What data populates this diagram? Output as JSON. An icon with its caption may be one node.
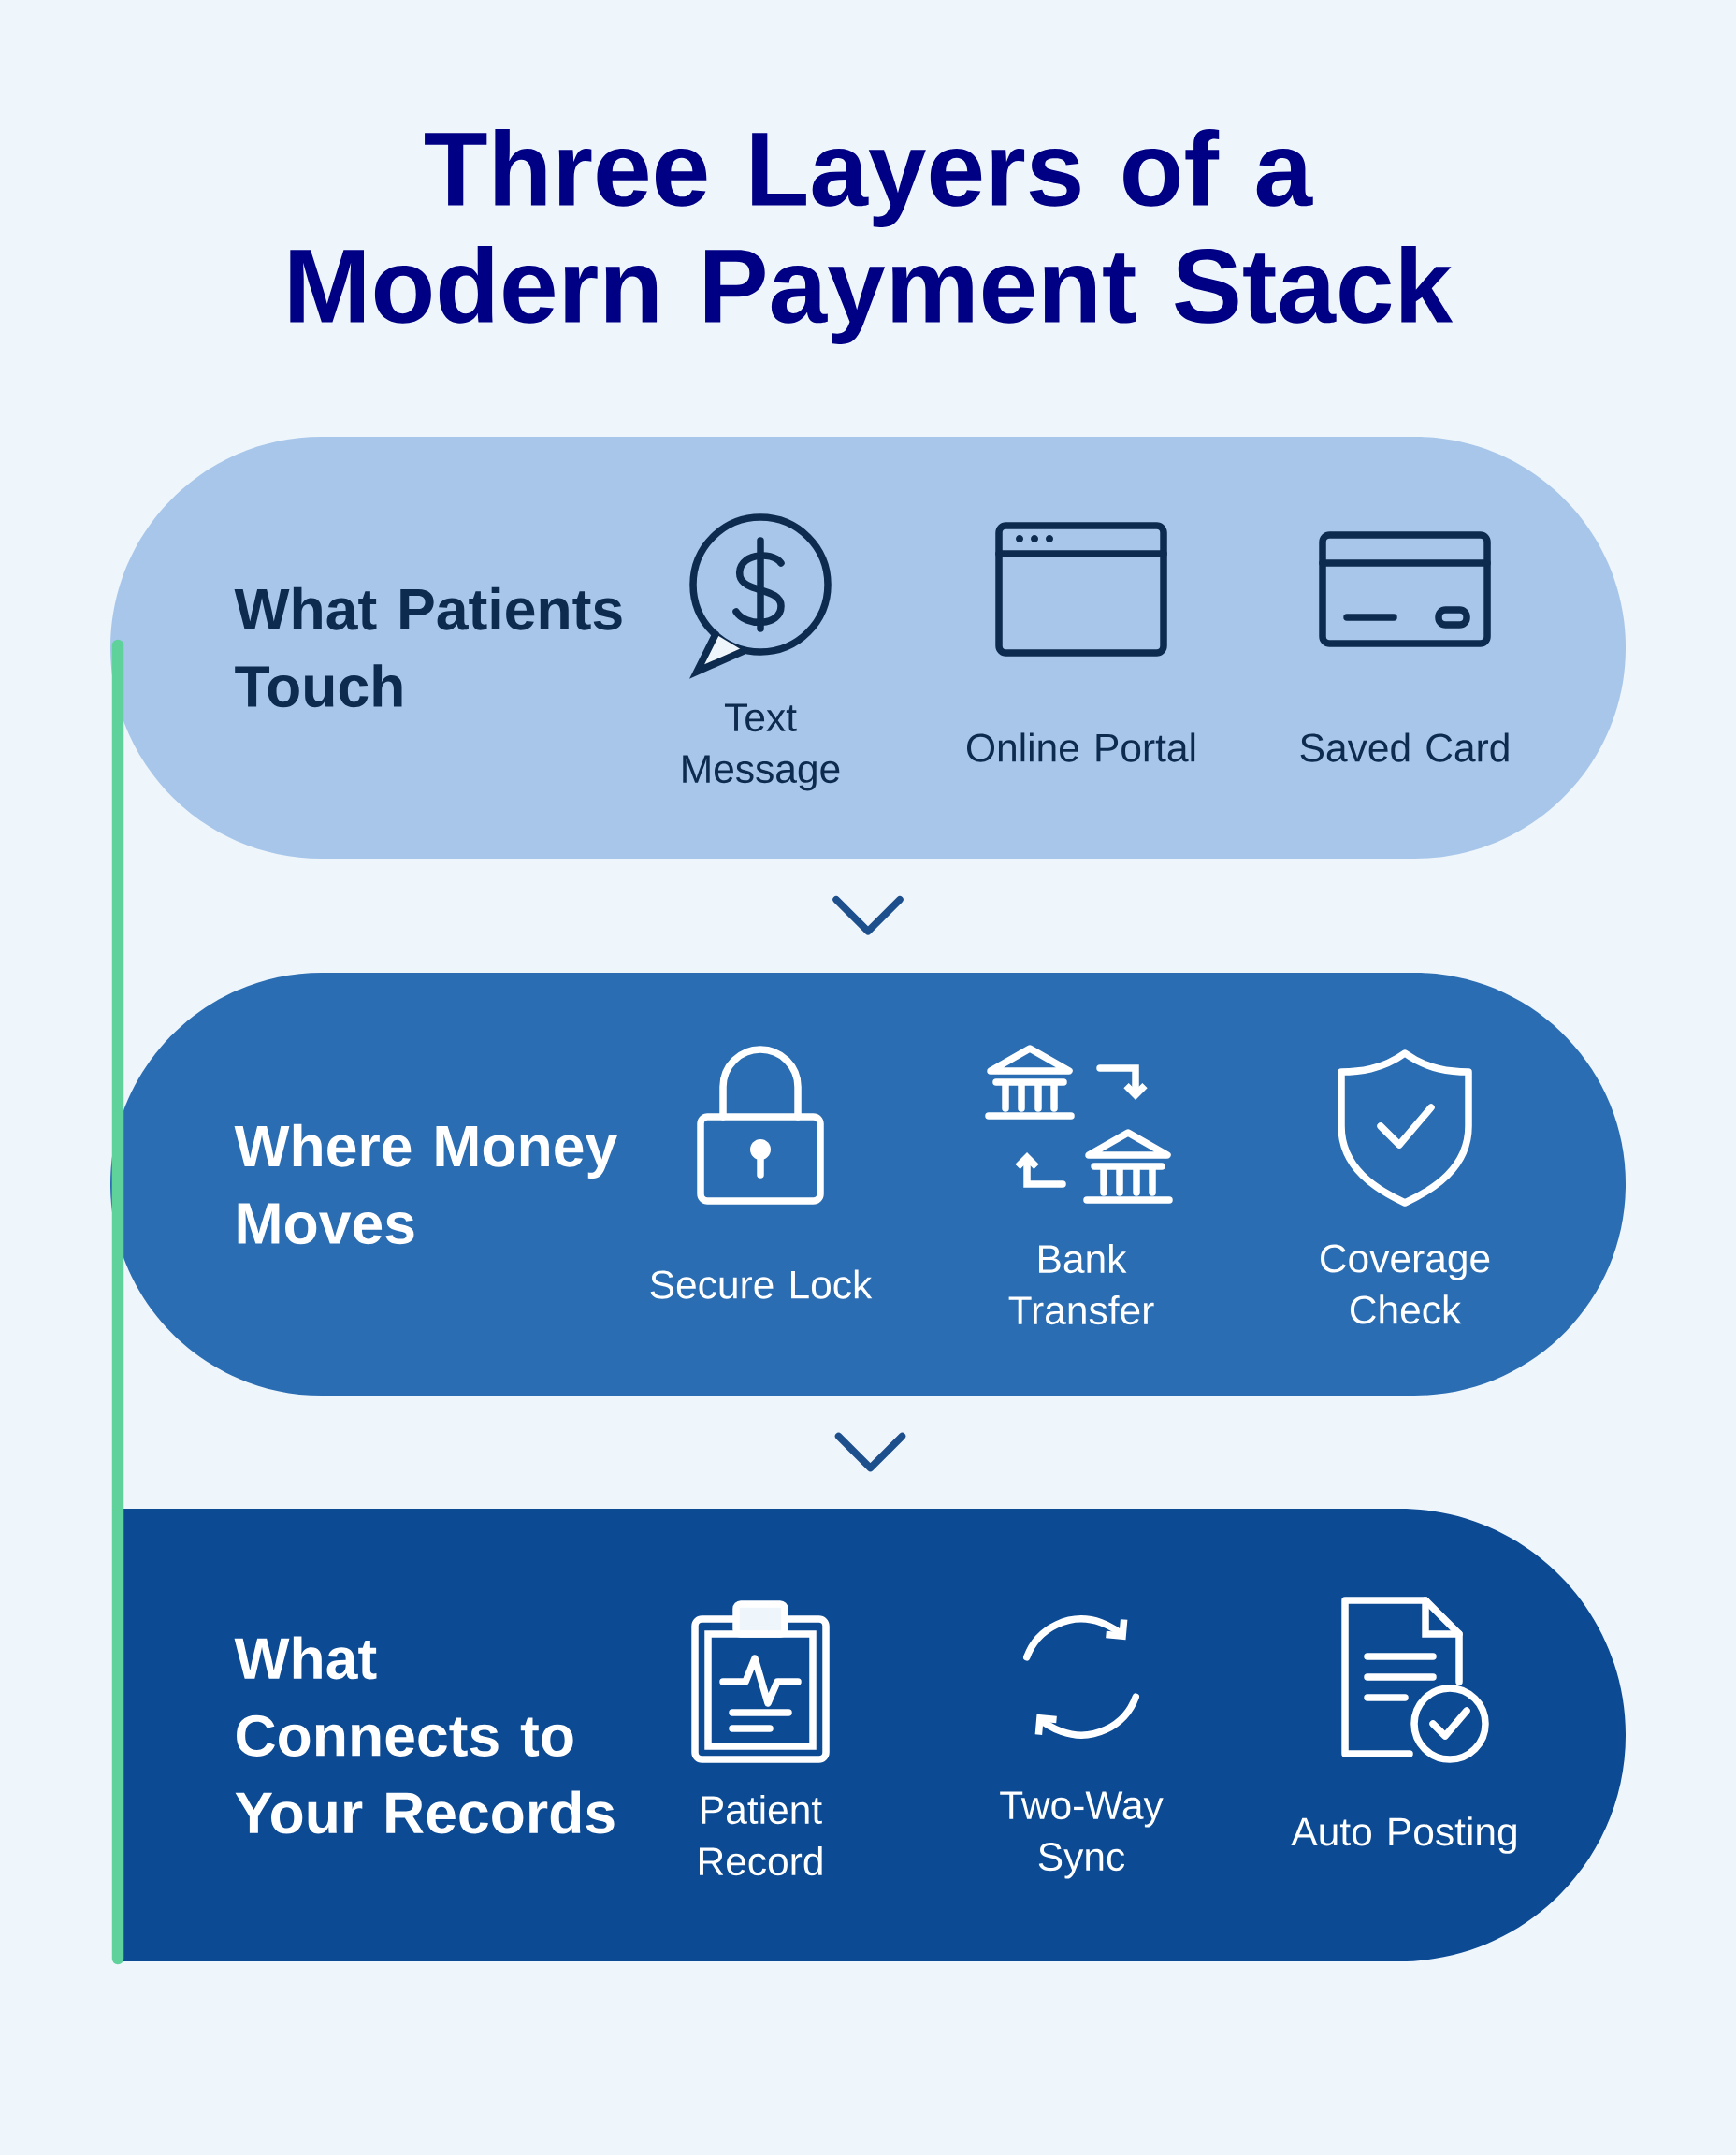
{
  "diagram": {
    "title": "Three Layers of a Modern Payment Stack",
    "nodes": [
      {
        "text": [
          "What Patients Touch"
        ]
      },
      {
        "text": [
          "Where Money Moves"
        ]
      },
      {
        "text": [
          "What Connects to Your Records"
        ]
      },
      {
        "text": [
          "Text Message"
        ],
        "in": 0
      },
      {
        "text": [
          "Online Portal"
        ],
        "in": 0
      },
      {
        "text": [
          "Saved Card"
        ],
        "in": 0
      },
      {
        "text": [
          "Secure Lock"
        ],
        "in": 1
      },
      {
        "text": [
          "Bank Transfer"
        ],
        "in": 1
      },
      {
        "text": [
          "Coverage Check"
        ],
        "in": 1
      },
      {
        "text": [
          "Patient Record"
        ],
        "in": 2
      },
      {
        "text": [
          "Two-Way Sync"
        ],
        "in": 2
      },
      {
        "text": [
          "Auto Posting"
        ],
        "in": 2
      }
    ],
    "edges": [
      {
        "from": 0,
        "to": 1,
        "arrow": "to"
      },
      {
        "from": 1,
        "to": 2,
        "arrow": "to"
      }
    ]
  }
}
